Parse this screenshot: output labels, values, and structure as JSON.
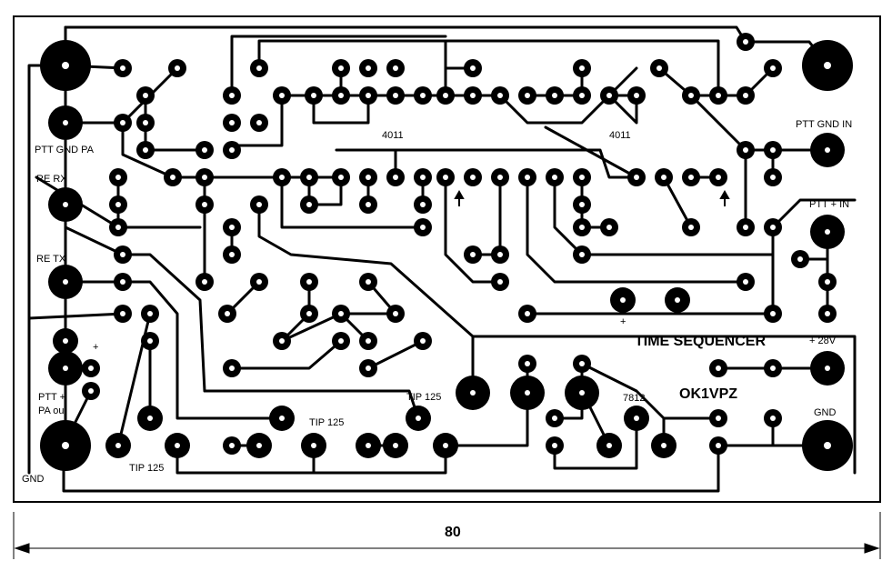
{
  "board": {
    "title": "TIME SEQUENCER",
    "callsign": "OK1VPZ",
    "ic_left": "4011",
    "ic_right": "4011",
    "dimension": "80"
  },
  "labels": {
    "ptt_gnd_pa": "PTT GND PA",
    "re_rx": "RE RX",
    "re_tx": "RE TX",
    "plus": "+",
    "ptt_pa_out_line1": "PTT +",
    "ptt_pa_out_line2": "PA out",
    "gnd_left": "GND",
    "tip125_a": "TIP 125",
    "tip125_b": "TIP 125",
    "tip125_c": "TIP 125",
    "reg_7812": "7812",
    "ptt_gnd_in": "PTT GND IN",
    "ptt_plus_in": "PTT + IN",
    "plus_28v": "+ 28V",
    "gnd_right": "GND",
    "cap_plus": "+"
  },
  "colors": {
    "copper": "#000000",
    "background": "#ffffff"
  }
}
